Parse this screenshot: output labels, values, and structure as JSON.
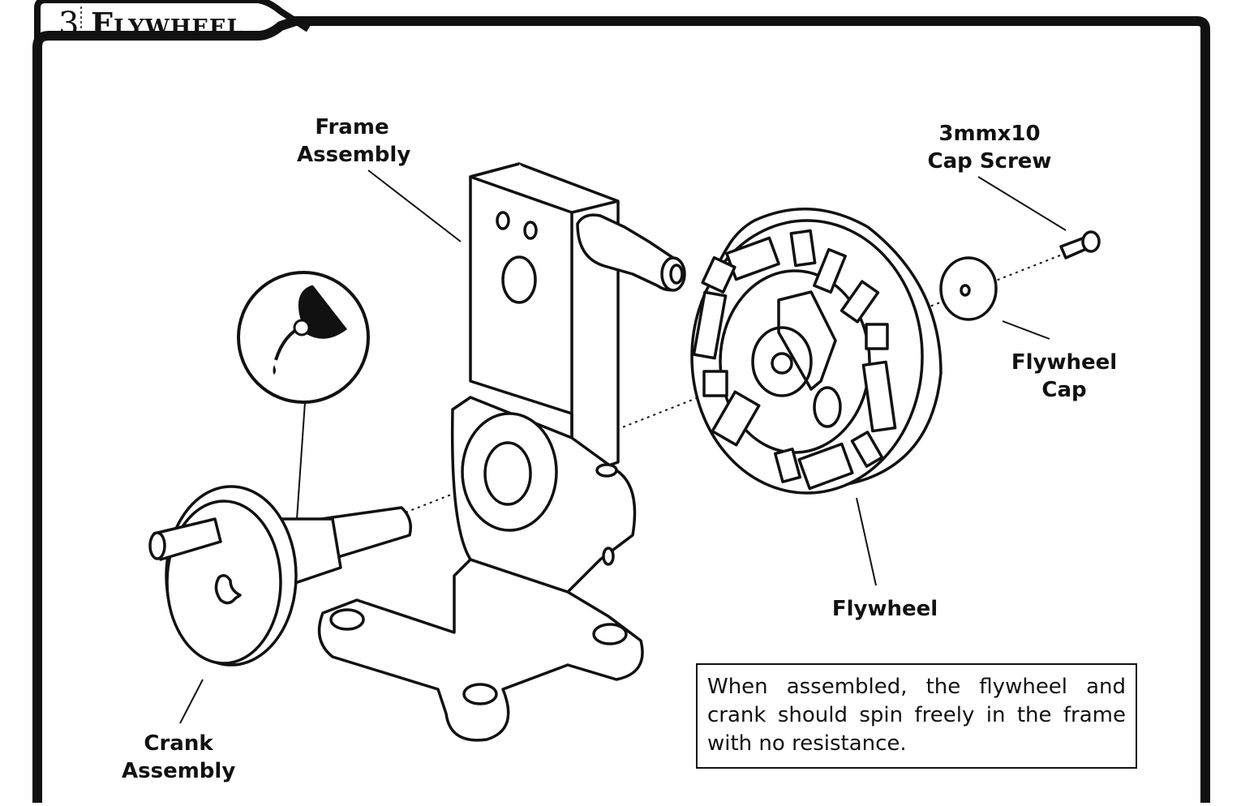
{
  "header": {
    "step_number": "3",
    "title": "Flywheel"
  },
  "labels": {
    "frame": [
      "Frame",
      "Assembly"
    ],
    "screw": [
      "3mmx10",
      "Cap Screw"
    ],
    "cap": [
      "Flywheel",
      "Cap"
    ],
    "flywheel": "Flywheel",
    "crank": [
      "Crank",
      "Assembly"
    ]
  },
  "note": "When assembled, the flywheel and crank should spin freely in the frame with no resistance.",
  "icons": {
    "lubrication": "oil-can-icon"
  }
}
